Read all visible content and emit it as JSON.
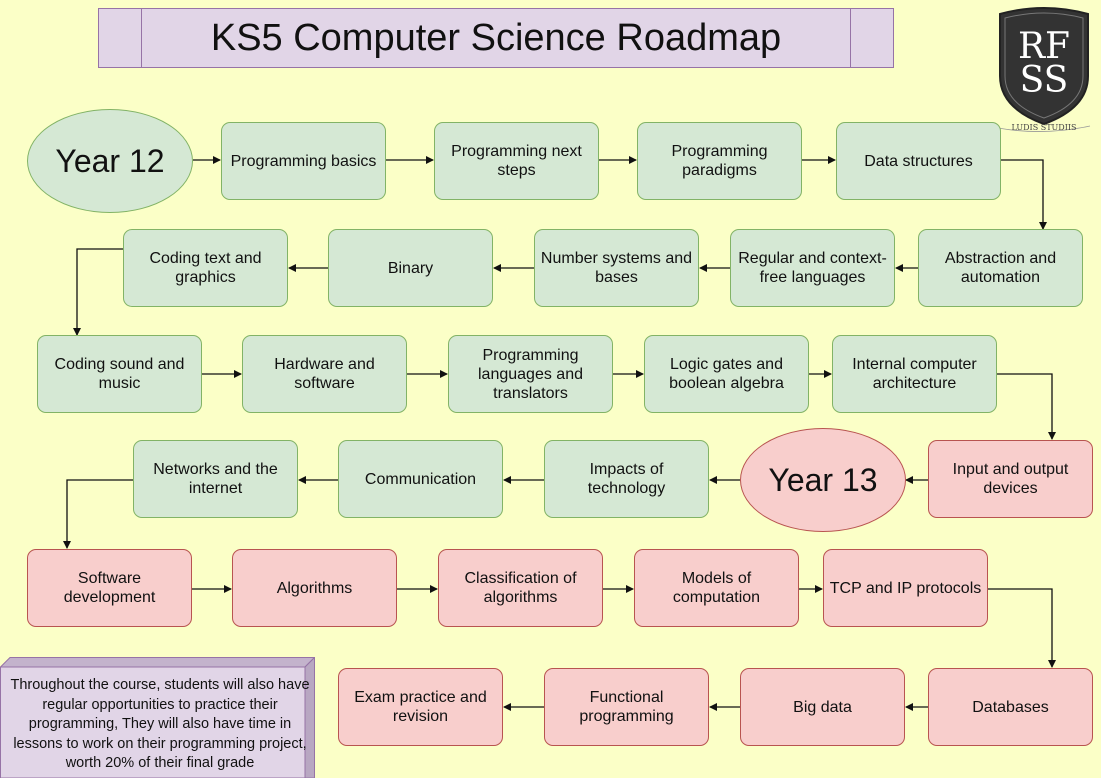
{
  "title": "KS5 Computer Science Roadmap",
  "logo": {
    "top": "RF",
    "bottom": "SS",
    "motto": "LUDIS STUDIIS"
  },
  "note": "Throughout the course, students will also have regular opportunities to practice their programming, They will also have time in lessons to work on their programming project, worth 20% of their final grade",
  "year12": "Year 12",
  "year13": "Year 13",
  "row1": [
    "Programming basics",
    "Programming next steps",
    "Programming paradigms",
    "Data structures"
  ],
  "row2": [
    "Abstraction and automation",
    "Regular and context-free languages",
    "Number systems and bases",
    "Binary",
    "Coding text and graphics"
  ],
  "row3": [
    "Coding sound and music",
    "Hardware and software",
    "Programming languages and translators",
    "Logic gates and boolean algebra",
    "Internal computer architecture"
  ],
  "row4": [
    "Input and output devices",
    "Impacts of technology",
    "Communication",
    "Networks and the internet"
  ],
  "row5": [
    "Software development",
    "Algorithms",
    "Classification of algorithms",
    "Models of computation",
    "TCP and IP protocols"
  ],
  "row6": [
    "Databases",
    "Big data",
    "Functional programming",
    "Exam practice and revision"
  ],
  "colors": {
    "green_fill": "#d5e8d4",
    "green_stroke": "#82b366",
    "red_fill": "#f8cecc",
    "red_stroke": "#b85450",
    "purple_fill": "#e1d5e7",
    "purple_stroke": "#9673a6",
    "background": "#fbffc7"
  }
}
